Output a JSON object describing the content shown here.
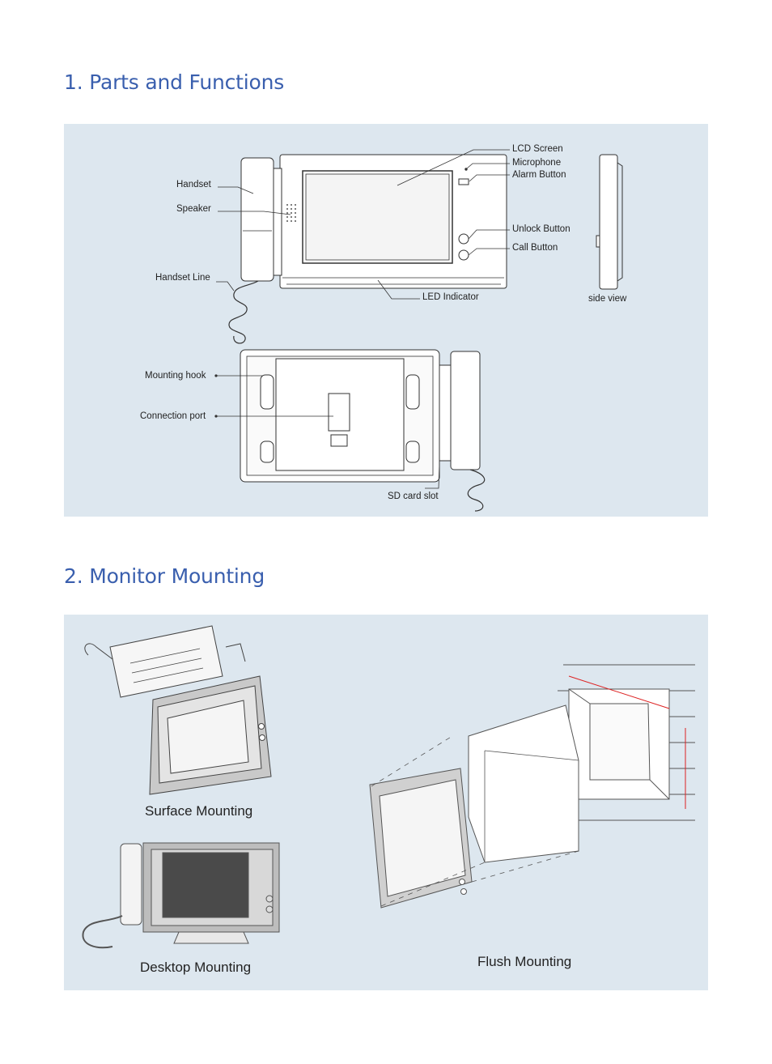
{
  "sections": [
    {
      "title": "1. Parts and Functions"
    },
    {
      "title": "2. Monitor Mounting"
    }
  ],
  "parts": {
    "lcd_screen": "LCD Screen",
    "microphone": "Microphone",
    "alarm_button": "Alarm Button",
    "handset": "Handset",
    "speaker": "Speaker",
    "unlock_button": "Unlock Button",
    "call_button": "Call Button",
    "handset_line": "Handset Line",
    "led_indicator": "LED Indicator",
    "side_view": "side view",
    "mounting_hook": "Mounting hook",
    "connection_port": "Connection port",
    "sd_card_slot": "SD card slot"
  },
  "mounting": {
    "surface": "Surface Mounting",
    "desktop": "Desktop Mounting",
    "flush": "Flush Mounting"
  },
  "colors": {
    "heading": "#3a5fae",
    "panel": "#dde7ef",
    "line": "#333333"
  }
}
